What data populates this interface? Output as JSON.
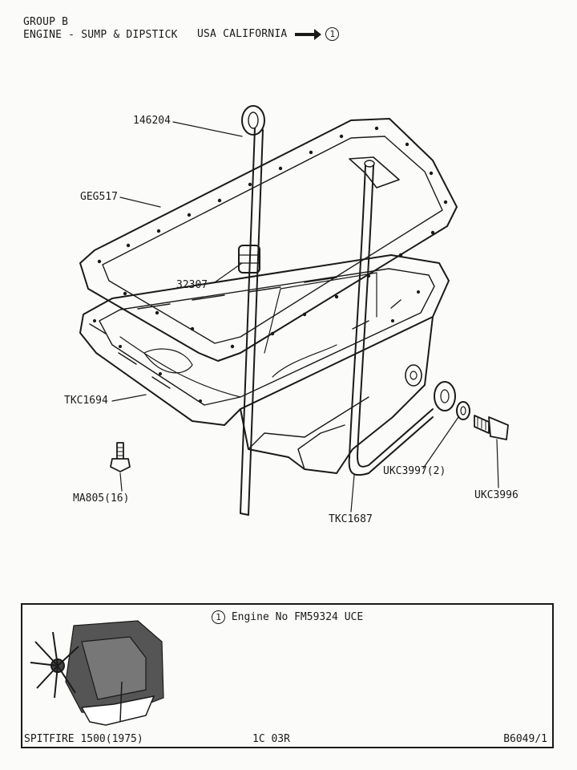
{
  "header": {
    "group": "GROUP B",
    "title": "ENGINE - SUMP & DIPSTICK",
    "market": "USA CALIFORNIA",
    "ref_number": "1"
  },
  "parts": {
    "dipstick": "146204",
    "gasket": "GEG517",
    "grommet": "32307",
    "sump": "TKC1694",
    "bolt": "MA805(16)",
    "washer": "UKC3997(2)",
    "drain_plug": "UKC3996",
    "dipstick_tube": "TKC1687"
  },
  "footer": {
    "note_number": "1",
    "note_text": "Engine No FM59324 UCE",
    "model": "SPITFIRE 1500(1975)",
    "page_code": "1C 03R",
    "drawing_number": "B6049/1"
  }
}
